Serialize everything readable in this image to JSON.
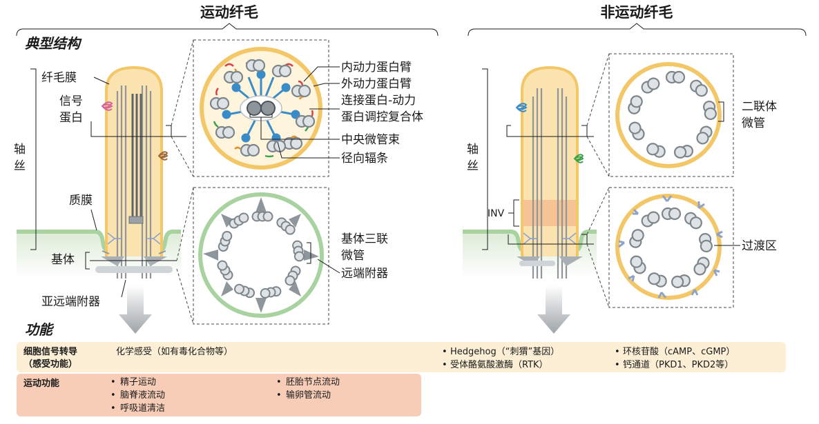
{
  "headings": {
    "motile": "运动纤毛",
    "nonmotile": "非运动纤毛"
  },
  "sections": {
    "structure": "典型结构",
    "function": "功能"
  },
  "motile_labels": {
    "membrane": "纤毛膜",
    "signal_protein": [
      "信号",
      "蛋白"
    ],
    "axoneme": [
      "轴",
      "丝"
    ],
    "plasma_membrane": "质膜",
    "basal_body": "基体",
    "subdistal": "亚远端附器",
    "inner_arm": "内动力蛋白臂",
    "outer_arm": "外动力蛋白臂",
    "nexin": [
      "连接蛋白-动力",
      "蛋白调控复合体"
    ],
    "central_pair": "中央微管束",
    "radial_spoke": "径向辐条",
    "triplet": [
      "基体三联",
      "微管"
    ],
    "distal": "远端附器"
  },
  "nonmotile_labels": {
    "axoneme": [
      "轴",
      "丝"
    ],
    "inv": "INV",
    "doublet": [
      "二联体",
      "微管"
    ],
    "transition": "过渡区"
  },
  "function_table": {
    "signaling": {
      "title": [
        "细胞信号转导",
        "（感受功能）"
      ],
      "motile_item": "化学感受（如有毒化合物等）",
      "nonmotile_items": [
        "Hedgehog（“刺猬”基因）",
        "受体酪氨酸激酶（RTK）",
        "环核苷酸（cAMP、cGMP）",
        "钙通道（PKD1、PKD2等）"
      ]
    },
    "motility": {
      "title": "运动功能",
      "items": [
        "精子运动",
        "脑脊液流动",
        "呼吸道清洁",
        "胚胎节点流动",
        "输卵管流动"
      ]
    }
  },
  "colors": {
    "membrane_fill": "#fbe3b0",
    "membrane_stroke": "#f3c768",
    "inv_band": "#f6c494",
    "plasma_green": "#a8d3a0",
    "cell_fill": "#eaf3e6",
    "microtubule": "#8e969c",
    "dynein_blue": "#3a8cc8",
    "row_signaling": "#fcefd6",
    "row_motility": "#f7cdb8"
  },
  "icons": [
    "arrow-down-icon",
    "signal-protein-coil-icon"
  ]
}
